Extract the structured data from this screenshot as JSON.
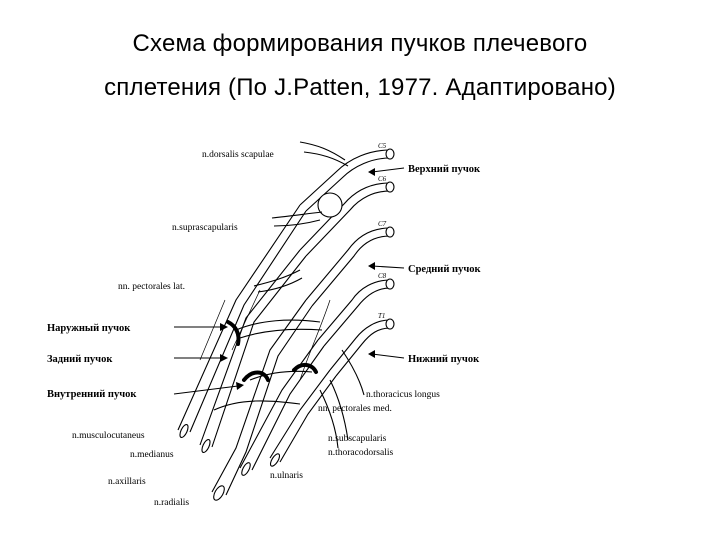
{
  "title": {
    "line1": "Схема формирования пучков плечевого",
    "line2": "сплетения (По J.Patten, 1977. Адаптировано)"
  },
  "labels": {
    "dorsalis_scapulae": "n.dorsalis scapulae",
    "suprascapularis": "n.suprascapularis",
    "pectorales_lat": "nn. pectorales lat.",
    "naruzhny": "Наружный пучок",
    "zadny": "Задний пучок",
    "vnutrenny": "Внутренний пучок",
    "musculocutaneus": "n.musculocutaneus",
    "medianus": "n.medianus",
    "axillaris": "n.axillaris",
    "radialis": "n.radialis",
    "verkhny": "Верхний пучок",
    "sredny": "Средний пучок",
    "nizhny": "Нижний пучок",
    "thoracicus_longus": "n.thoracicus longus",
    "pectorales_med": "nn. pectorales med.",
    "subscapularis": "n.subscapularis",
    "thoracodorsalis": "n.thoracodorsalis",
    "ulnaris": "n.ulnaris"
  },
  "roots": [
    "C5",
    "C6",
    "C7",
    "C8",
    "T1"
  ]
}
